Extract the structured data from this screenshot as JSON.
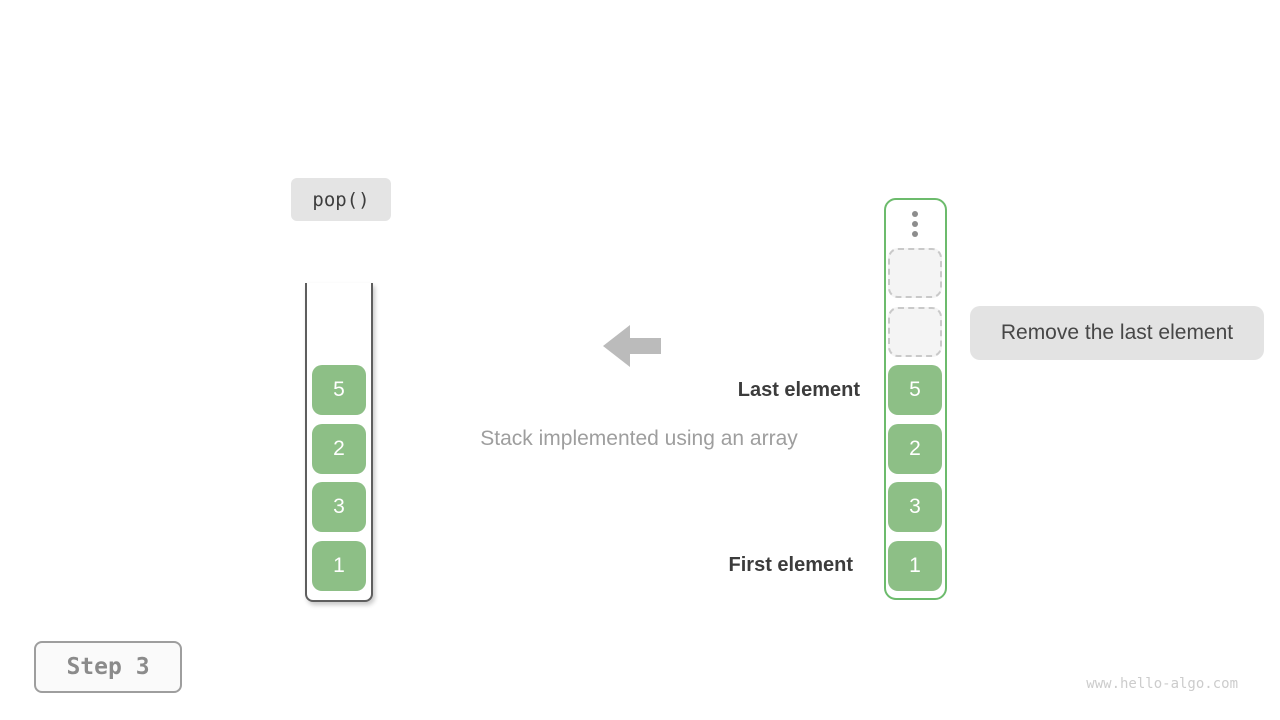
{
  "operation": {
    "label": "pop()"
  },
  "step": {
    "label": "Step 3"
  },
  "annotation": {
    "label": "Remove the last element"
  },
  "caption": "Stack implemented using an array",
  "pointer_labels": {
    "last": "Last element",
    "first": "First element"
  },
  "stacks": {
    "left": {
      "description": "abstract stack view",
      "values": [
        "5",
        "2",
        "3",
        "1"
      ]
    },
    "right": {
      "description": "array implementation view",
      "empty_slot_count": 2,
      "has_ellipsis": true,
      "values": [
        "5",
        "2",
        "3",
        "1"
      ]
    }
  },
  "watermark": "www.hello-algo.com",
  "colors": {
    "cell_green": "#8dbf86",
    "array_border_green": "#6cbb6c",
    "stack_border_gray": "#5e5e5e",
    "arrow_gray": "#bbbbbb",
    "label_bg_gray": "#e3e3e3",
    "dashed_slot_border": "#c9c9c9",
    "caption_gray": "#9e9e9e",
    "text_dark": "#3c3c3c"
  }
}
